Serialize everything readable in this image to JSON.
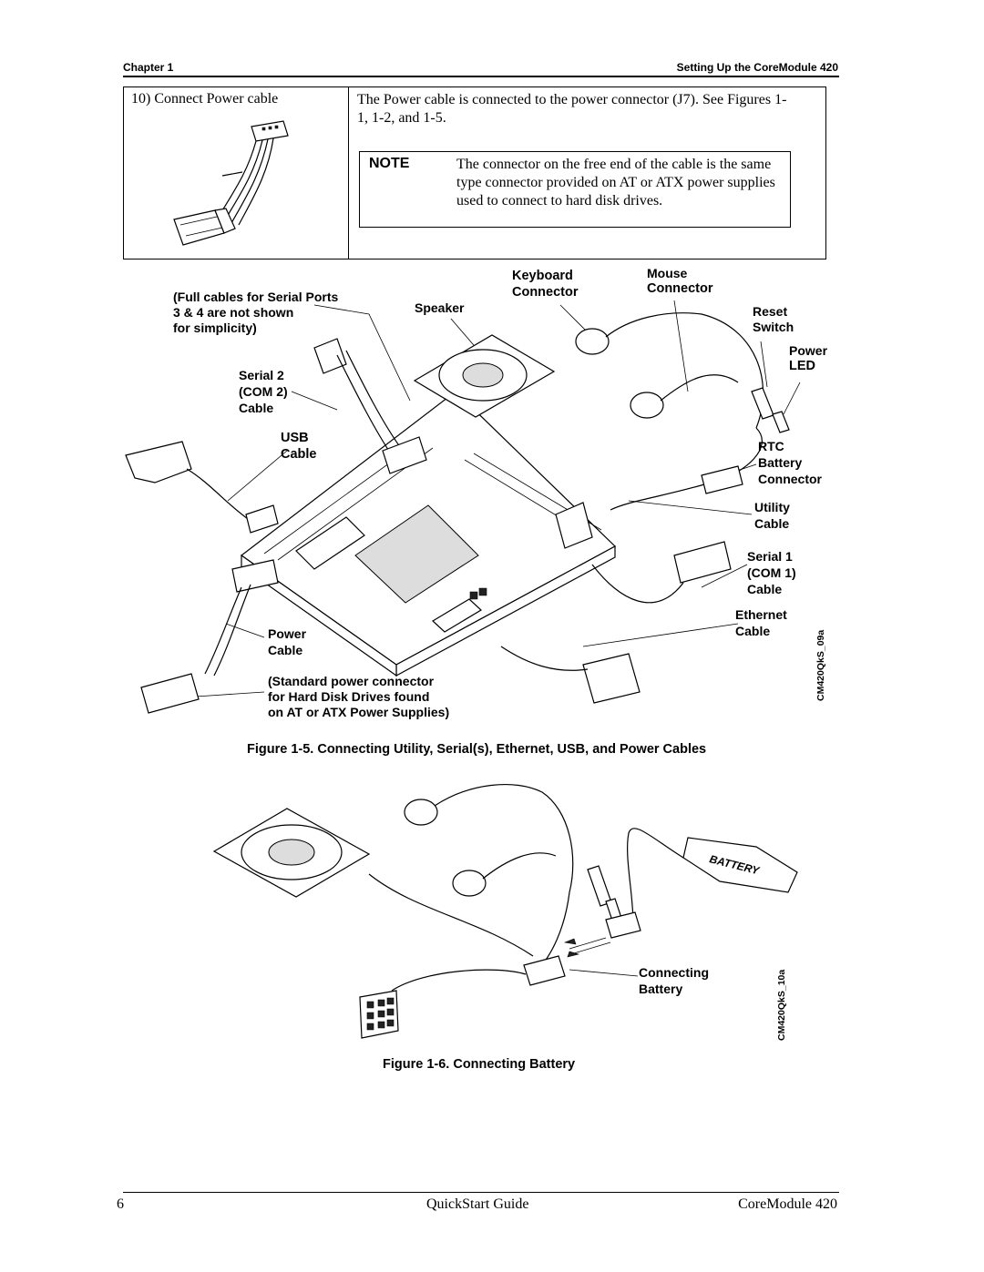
{
  "header": {
    "left": "Chapter 1",
    "right": "Setting Up the CoreModule 420"
  },
  "step": {
    "title": "10)  Connect Power cable",
    "body": "The Power cable is connected to the power connector (J7).  See Figures 1-1, 1-2, and 1-5.",
    "note_label": "NOTE",
    "note_text": "The connector on the free end of the cable is the same type connector provided on AT or ATX power supplies used to connect to hard disk drives."
  },
  "figure5": {
    "labels": {
      "full_cables_1": "(Full cables for Serial Ports",
      "full_cables_2": "3 & 4 are not shown",
      "full_cables_3": "for simplicity)",
      "speaker": "Speaker",
      "keyboard_1": "Keyboard",
      "keyboard_2": "Connector",
      "mouse_1": "Mouse",
      "mouse_2": "Connector",
      "reset_1": "Reset",
      "reset_2": "Switch",
      "power_led_1": "Power",
      "power_led_2": "LED",
      "serial2_1": "Serial 2",
      "serial2_2": "(COM 2)",
      "serial2_3": "Cable",
      "usb_1": "USB",
      "usb_2": "Cable",
      "rtc_1": "RTC",
      "rtc_2": "Battery",
      "rtc_3": "Connector",
      "utility_1": "Utility",
      "utility_2": "Cable",
      "serial1_1": "Serial 1",
      "serial1_2": "(COM 1)",
      "serial1_3": "Cable",
      "ethernet_1": "Ethernet",
      "ethernet_2": "Cable",
      "power_cable_1": "Power",
      "power_cable_2": "Cable",
      "std_power_1": "(Standard power connector",
      "std_power_2": "for Hard Disk Drives found",
      "std_power_3": "on AT or ATX Power Supplies)"
    },
    "id": "CM420QkS_09a",
    "caption": "Figure 1-5.  Connecting Utility, Serial(s), Ethernet, USB, and Power Cables"
  },
  "figure6": {
    "battery_text": "BATTERY",
    "connecting_1": "Connecting",
    "connecting_2": "Battery",
    "id": "CM420QkS_10a",
    "caption": "Figure 1-6.  Connecting Battery"
  },
  "footer": {
    "page": "6",
    "center": "QuickStart Guide",
    "right": "CoreModule 420"
  }
}
